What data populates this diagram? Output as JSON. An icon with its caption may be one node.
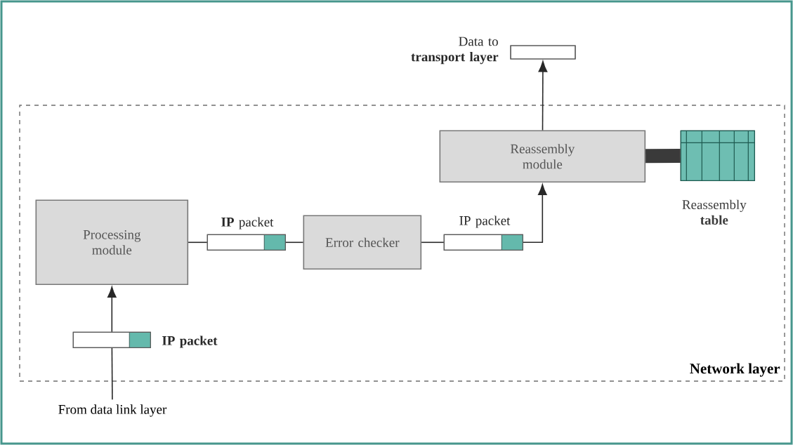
{
  "diagram": {
    "nodes": [
      {
        "text": [
          "Network layer"
        ]
      },
      {
        "text": [
          "Processing module"
        ],
        "in": 0
      },
      {
        "text": [
          "Error checker"
        ],
        "in": 0
      },
      {
        "text": [
          "Reassembly module"
        ],
        "in": 0
      },
      {
        "text": [
          "Reassembly **table**"
        ],
        "in": 0
      },
      {
        "text": [],
        "shape": "bar",
        "beside": [
          "IP packet"
        ],
        "in": 0
      },
      {
        "text": [],
        "shape": "bar",
        "beside": [
          "**IP** packet"
        ],
        "in": 0
      },
      {
        "text": [],
        "shape": "bar",
        "beside": [
          "IP packet"
        ],
        "in": 0
      },
      {
        "text": [],
        "shape": "bar",
        "beside": [
          "Data to **transport layer**"
        ]
      },
      {
        "text": [
          "From data link layer"
        ]
      }
    ],
    "edges": [
      {
        "from": 9,
        "to": 5,
        "arrow": "none"
      },
      {
        "from": 5,
        "to": 1,
        "arrow": "to"
      },
      {
        "from": 1,
        "to": 6,
        "arrow": "none"
      },
      {
        "from": 6,
        "to": 2,
        "arrow": "none"
      },
      {
        "from": 2,
        "to": 7,
        "arrow": "none"
      },
      {
        "from": 7,
        "to": 3,
        "arrow": "to"
      },
      {
        "from": 3,
        "to": 8,
        "arrow": "to"
      },
      {
        "from": 3,
        "to": 4,
        "arrow": "none",
        "style": "thick",
        "color": "#3a3a3a"
      }
    ]
  }
}
